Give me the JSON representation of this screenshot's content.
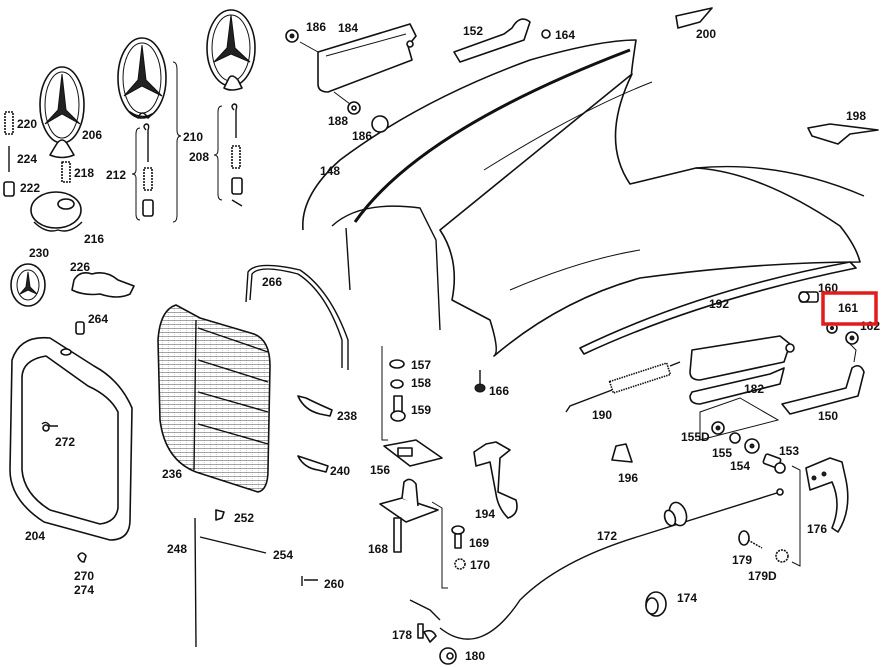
{
  "diagram": {
    "title": "Hood, radiator grille and hood lock — exploded parts view",
    "highlight": {
      "part": "161",
      "color": "#e31b1b"
    },
    "parts": [
      {
        "id": "p148",
        "label": "148",
        "desc": "hood"
      },
      {
        "id": "p150",
        "label": "150",
        "desc": "hinge bracket right"
      },
      {
        "id": "p152",
        "label": "152",
        "desc": "hinge bracket left"
      },
      {
        "id": "p153",
        "label": "153",
        "desc": "bolt"
      },
      {
        "id": "p154",
        "label": "154",
        "desc": "washer"
      },
      {
        "id": "p155",
        "label": "155",
        "desc": "spring washer"
      },
      {
        "id": "p155D",
        "label": "155D",
        "desc": "nut"
      },
      {
        "id": "p156",
        "label": "156",
        "desc": "lock plate"
      },
      {
        "id": "p157",
        "label": "157",
        "desc": "washer"
      },
      {
        "id": "p158",
        "label": "158",
        "desc": "spring washer"
      },
      {
        "id": "p159",
        "label": "159",
        "desc": "bolt"
      },
      {
        "id": "p160",
        "label": "160",
        "desc": "bolt"
      },
      {
        "id": "p161",
        "label": "161",
        "desc": "spring washer"
      },
      {
        "id": "p162",
        "label": "162",
        "desc": "washer"
      },
      {
        "id": "p164",
        "label": "164",
        "desc": "nut"
      },
      {
        "id": "p166",
        "label": "166",
        "desc": "lock pin"
      },
      {
        "id": "p168",
        "label": "168",
        "desc": "lock"
      },
      {
        "id": "p169",
        "label": "169",
        "desc": "screw"
      },
      {
        "id": "p170",
        "label": "170",
        "desc": "lock washer"
      },
      {
        "id": "p172",
        "label": "172",
        "desc": "release cable"
      },
      {
        "id": "p174",
        "label": "174",
        "desc": "grommet"
      },
      {
        "id": "p176",
        "label": "176",
        "desc": "release handle"
      },
      {
        "id": "p178",
        "label": "178",
        "desc": "clamp"
      },
      {
        "id": "p179",
        "label": "179",
        "desc": "screw"
      },
      {
        "id": "p179D",
        "label": "179D",
        "desc": "lock washer"
      },
      {
        "id": "p180",
        "label": "180",
        "desc": "grommet"
      },
      {
        "id": "p182",
        "label": "182",
        "desc": "hinge right"
      },
      {
        "id": "p184",
        "label": "184",
        "desc": "hinge left"
      },
      {
        "id": "p186a",
        "label": "186",
        "desc": "nut"
      },
      {
        "id": "p186b",
        "label": "186",
        "desc": "bolt"
      },
      {
        "id": "p188",
        "label": "188",
        "desc": "washer"
      },
      {
        "id": "p190",
        "label": "190",
        "desc": "spring"
      },
      {
        "id": "p192",
        "label": "192",
        "desc": "seal strip"
      },
      {
        "id": "p194",
        "label": "194",
        "desc": "safety catch"
      },
      {
        "id": "p196",
        "label": "196",
        "desc": "buffer"
      },
      {
        "id": "p198",
        "label": "198",
        "desc": "bracket"
      },
      {
        "id": "p200",
        "label": "200",
        "desc": "bracket"
      },
      {
        "id": "p204",
        "label": "204",
        "desc": "radiator shell"
      },
      {
        "id": "p206",
        "label": "206",
        "desc": "star emblem"
      },
      {
        "id": "p208",
        "label": "208",
        "desc": "repair kit"
      },
      {
        "id": "p210",
        "label": "210",
        "desc": "star emblem assembly"
      },
      {
        "id": "p212",
        "label": "212",
        "desc": "repair kit"
      },
      {
        "id": "p216",
        "label": "216",
        "desc": "star base"
      },
      {
        "id": "p218",
        "label": "218",
        "desc": "spring"
      },
      {
        "id": "p220",
        "label": "220",
        "desc": "spring"
      },
      {
        "id": "p222",
        "label": "222",
        "desc": "sleeve"
      },
      {
        "id": "p224",
        "label": "224",
        "desc": "hook"
      },
      {
        "id": "p226",
        "label": "226",
        "desc": "gasket"
      },
      {
        "id": "p230",
        "label": "230",
        "desc": "badge"
      },
      {
        "id": "p236",
        "label": "236",
        "desc": "grille"
      },
      {
        "id": "p238",
        "label": "238",
        "desc": "bracket"
      },
      {
        "id": "p240",
        "label": "240",
        "desc": "bracket"
      },
      {
        "id": "p248",
        "label": "248",
        "desc": "strip"
      },
      {
        "id": "p252",
        "label": "252",
        "desc": "clip"
      },
      {
        "id": "p254",
        "label": "254",
        "desc": "strip"
      },
      {
        "id": "p260",
        "label": "260",
        "desc": "screw"
      },
      {
        "id": "p264",
        "label": "264",
        "desc": "clip"
      },
      {
        "id": "p266",
        "label": "266",
        "desc": "seal"
      },
      {
        "id": "p270",
        "label": "270",
        "desc": "clip"
      },
      {
        "id": "p272",
        "label": "272",
        "desc": "screw"
      },
      {
        "id": "p274",
        "label": "274",
        "desc": "nut"
      }
    ]
  }
}
